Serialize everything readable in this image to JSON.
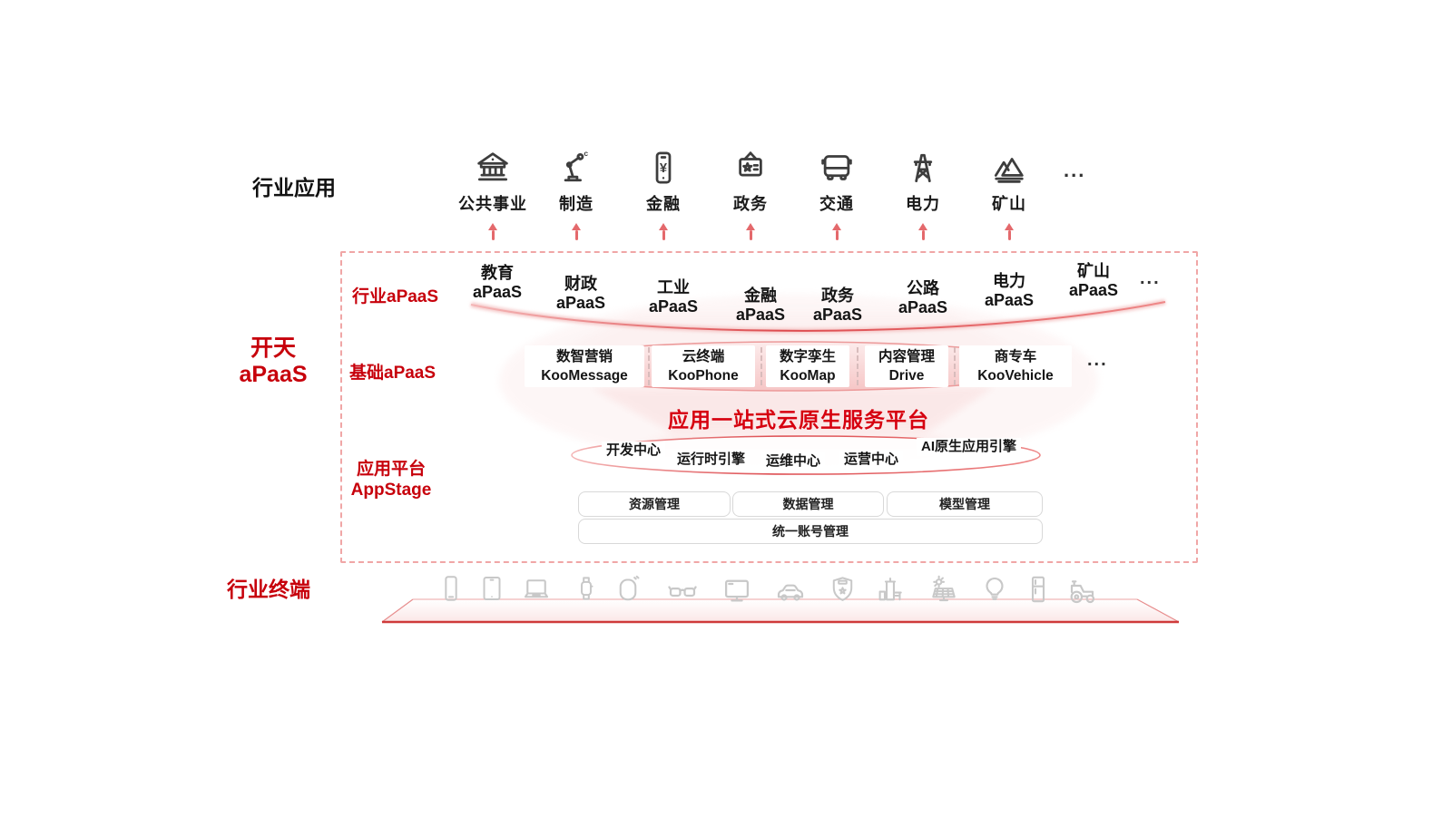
{
  "colors": {
    "brand_red": "#c7000b",
    "banner_red": "#d6000f",
    "arrow_red": "#e4696c",
    "dashed_border": "#f0a6a6",
    "arc_red": "#dd4a4e",
    "pink_fill": "#f9dada",
    "dark_icon": "#3d3d3d",
    "device_icon_gray": "#c8c8c8",
    "text_dark": "#151515"
  },
  "industry_apps": {
    "label": "行业应用",
    "ellipsis": "...",
    "items": [
      {
        "name": "公共事业",
        "icon": "bank-icon"
      },
      {
        "name": "制造",
        "icon": "robot-arm-icon"
      },
      {
        "name": "金融",
        "icon": "finance-phone-icon"
      },
      {
        "name": "政务",
        "icon": "plaque-icon"
      },
      {
        "name": "交通",
        "icon": "bus-icon"
      },
      {
        "name": "电力",
        "icon": "power-tower-icon"
      },
      {
        "name": "矿山",
        "icon": "mountain-icon"
      }
    ]
  },
  "kaitian_label": {
    "line1": "开天",
    "line2": "aPaaS"
  },
  "industry_apaas": {
    "label": "行业aPaaS",
    "ellipsis": "...",
    "items": [
      [
        "教育",
        "aPaaS"
      ],
      [
        "财政",
        "aPaaS"
      ],
      [
        "工业",
        "aPaaS"
      ],
      [
        "金融",
        "aPaaS"
      ],
      [
        "政务",
        "aPaaS"
      ],
      [
        "公路",
        "aPaaS"
      ],
      [
        "电力",
        "aPaaS"
      ],
      [
        "矿山",
        "aPaaS"
      ]
    ]
  },
  "base_apaas": {
    "label": "基础aPaaS",
    "ellipsis": "...",
    "items": [
      [
        "数智营销",
        "KooMessage"
      ],
      [
        "云终端",
        "KooPhone"
      ],
      [
        "数字孪生",
        "KooMap"
      ],
      [
        "内容管理",
        "Drive"
      ],
      [
        "商专车",
        "KooVehicle"
      ]
    ]
  },
  "platform": {
    "banner": "应用一站式云原生服务平台",
    "label_line1": "应用平台",
    "label_line2": "AppStage",
    "modules": [
      "开发中心",
      "运行时引擎",
      "运维中心",
      "运营中心",
      "AI原生应用引擎"
    ],
    "management": [
      "资源管理",
      "数据管理",
      "模型管理"
    ],
    "account": "统一账号管理"
  },
  "terminals": {
    "label": "行业终端",
    "icons": [
      "smartphone-icon",
      "tablet-icon",
      "laptop-icon",
      "smartwatch-icon",
      "smart-speaker-icon",
      "smart-glasses-icon",
      "monitor-icon",
      "car-icon",
      "police-badge-icon",
      "checkpoint-gate-icon",
      "solar-panel-icon",
      "light-bulb-icon",
      "refrigerator-icon",
      "tractor-icon"
    ]
  }
}
